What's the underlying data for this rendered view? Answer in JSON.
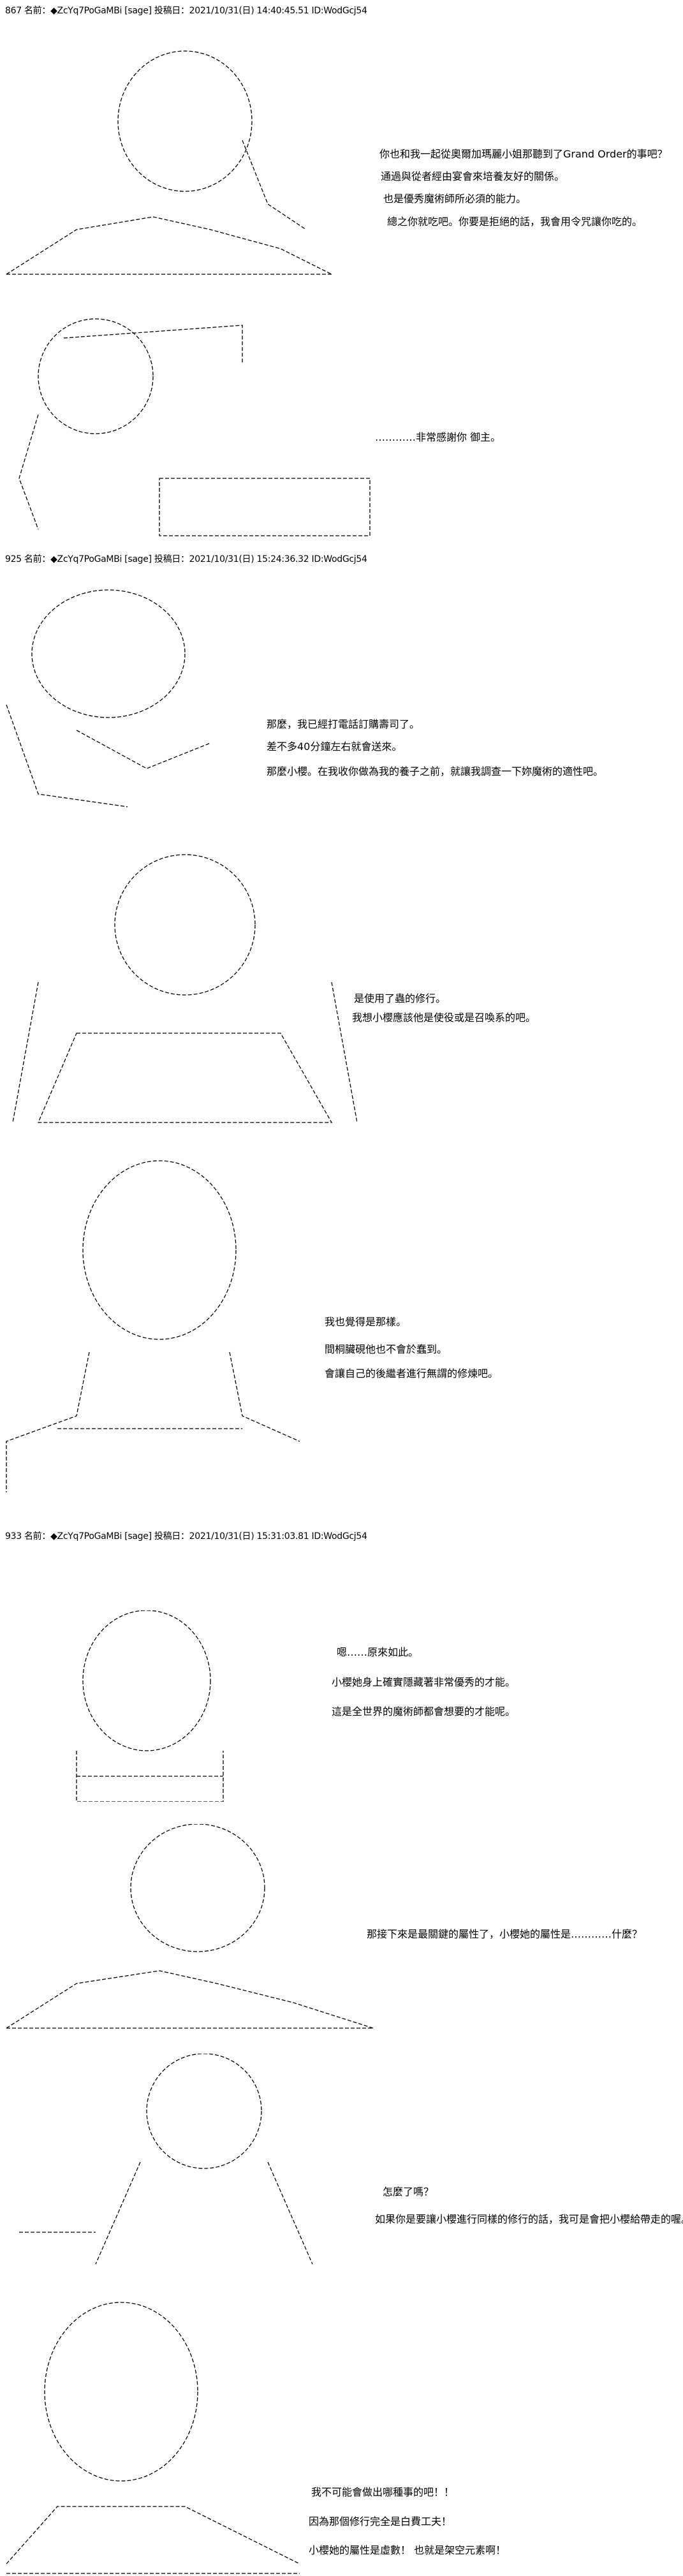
{
  "posts": [
    {
      "header": "867 名前：◆ZcYq7PoGaMBi [sage] 投稿日：2021/10/31(日) 14:40:45.51 ID:WodGcj54",
      "panels": [
        {
          "lines": [
            "你也和我一起從奧爾加瑪麗小姐那聽到了Grand Order的事吧？",
            "通過與從者經由宴會來培養友好的關係。",
            "也是優秀魔術師所必須的能力。",
            "總之你就吃吧。你要是拒絕的話，我會用令咒讓你吃的。"
          ]
        },
        {
          "lines": [
            "…………非常感謝你 御主。"
          ]
        }
      ]
    },
    {
      "header": "925 名前：◆ZcYq7PoGaMBi [sage] 投稿日：2021/10/31(日) 15:24:36.32 ID:WodGcj54",
      "panels": [
        {
          "lines": [
            "那麼，我已經打電話訂購壽司了。",
            "差不多40分鐘左右就會送來。",
            "那麼小櫻。在我收你做為我的養子之前，就讓我調查一下妳魔術的適性吧。"
          ]
        },
        {
          "lines": [
            "是使用了蟲的修行。",
            "我想小櫻應該他是使役或是召喚系的吧。"
          ]
        },
        {
          "lines": [
            "我也覺得是那樣。",
            "間桐臟硯他也不會於蠢到。",
            "會讓自己的後繼者進行無謂的修煉吧。"
          ]
        }
      ]
    },
    {
      "header": "933 名前：◆ZcYq7PoGaMBi [sage] 投稿日：2021/10/31(日) 15:31:03.81 ID:WodGcj54",
      "panels": [
        {
          "lines": [
            "嗯……原來如此。",
            "小櫻她身上確實隱藏著非常優秀的才能。",
            "這是全世界的魔術師都會想要的才能呢。"
          ]
        },
        {
          "lines": [
            "那接下來是最關鍵的屬性了，小櫻她的屬性是…………什麼？"
          ]
        },
        {
          "lines": [
            "怎麼了嗎？",
            "如果你是要讓小櫻進行同樣的修行的話，我可是會把小櫻給帶走的喔。"
          ]
        },
        {
          "lines": [
            "我不可能會做出哪種事的吧！！",
            "因為那個修行完全是白費工夫！",
            "小櫻她的屬性是虛數！ 也就是架空元素啊！"
          ]
        }
      ]
    }
  ]
}
